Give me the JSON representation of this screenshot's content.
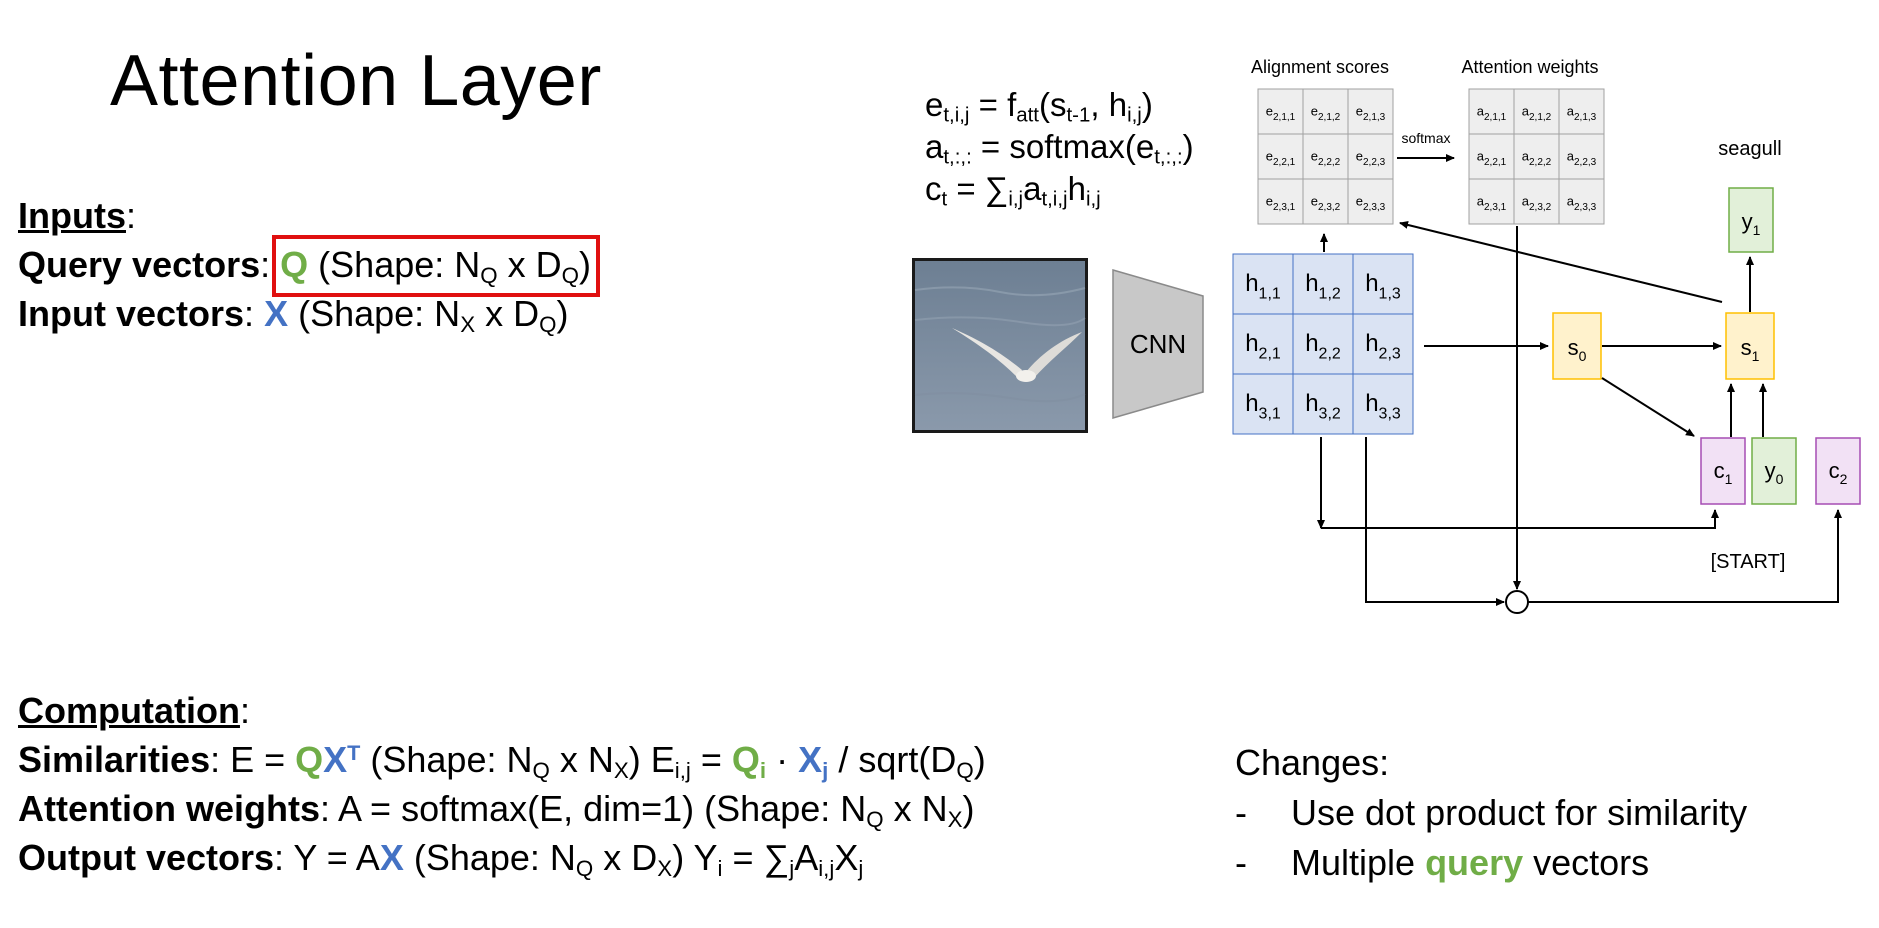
{
  "title": "Attention Layer",
  "inputs": {
    "heading": "Inputs",
    "query_label": "Query vectors",
    "query_symbol": "Q",
    "query_shape_prefix": "(Shape: N",
    "query_shape_sub1": "Q",
    "query_shape_mid": " x D",
    "query_shape_sub2": "Q",
    "query_shape_suffix": ")",
    "input_label": "Input vectors",
    "input_symbol": "X",
    "input_shape_prefix": "(Shape: N",
    "input_shape_sub1": "X",
    "input_shape_mid": " x D",
    "input_shape_sub2": "Q",
    "input_shape_suffix": ")"
  },
  "computation": {
    "heading": "Computation",
    "similarities_label": "Similarities",
    "attention_label": "Attention weights",
    "attention_formula": "A = softmax(E, dim=1)  (Shape: N",
    "output_label": "Output vectors"
  },
  "equations": {
    "e_lhs": "e",
    "e_lhs_sub": "t,i,j",
    "e_rhs": " = f",
    "e_rhs_sub": "att",
    "e_args": "(s",
    "e_args_sub1": "t-1",
    "e_args_mid": ", h",
    "e_args_sub2": "i,j",
    "e_close": ")",
    "a_lhs": "a",
    "a_lhs_sub": "t,:,:",
    "a_rhs": " = softmax(e",
    "a_rhs_sub": "t,:,:",
    "a_close": ")",
    "c_lhs": "c",
    "c_lhs_sub": "t",
    "c_rhs": " = ∑",
    "c_rhs_sub": "i,j",
    "c_term": "a",
    "c_term_sub": "t,i,j",
    "c_h": "h",
    "c_h_sub": "i,j"
  },
  "diagram": {
    "alignment_title": "Alignment scores",
    "attention_title": "Attention weights",
    "softmax_label": "softmax",
    "cnn_label": "CNN",
    "seagull_label": "seagull",
    "start_label": "[START]",
    "e_cells": [
      "e2,1,1",
      "e2,1,2",
      "e2,1,3",
      "e2,2,1",
      "e2,2,2",
      "e2,2,3",
      "e2,3,1",
      "e2,3,2",
      "e2,3,3"
    ],
    "a_cells": [
      "a2,1,1",
      "a2,1,2",
      "a2,1,3",
      "a2,2,1",
      "a2,2,2",
      "a2,2,3",
      "a2,3,1",
      "a2,3,2",
      "a2,3,3"
    ],
    "h_cells": [
      "h1,1",
      "h1,2",
      "h1,3",
      "h2,1",
      "h2,2",
      "h2,3",
      "h3,1",
      "h3,2",
      "h3,3"
    ],
    "nodes": {
      "s0": "s0",
      "s1": "s1",
      "y1": "y1",
      "y0": "y0",
      "c1": "c1",
      "c2": "c2"
    },
    "colors": {
      "green": "#70ad47",
      "blue": "#4472c4",
      "red": "#e01010",
      "h_fill": "#dae3f3",
      "h_stroke": "#4472c4",
      "s_fill": "#fff2cc",
      "s_stroke": "#ffc000",
      "y_fill": "#e2f0d9",
      "y_stroke": "#70ad47",
      "c_fill": "#f2e1f5",
      "c_stroke": "#a64db3",
      "cnn_fill": "#c8c8c8"
    }
  },
  "changes": {
    "heading": "Changes:",
    "item1": "Use dot product for similarity",
    "item2_pre": "Multiple ",
    "item2_hl": "query",
    "item2_post": " vectors",
    "dash": "-"
  }
}
